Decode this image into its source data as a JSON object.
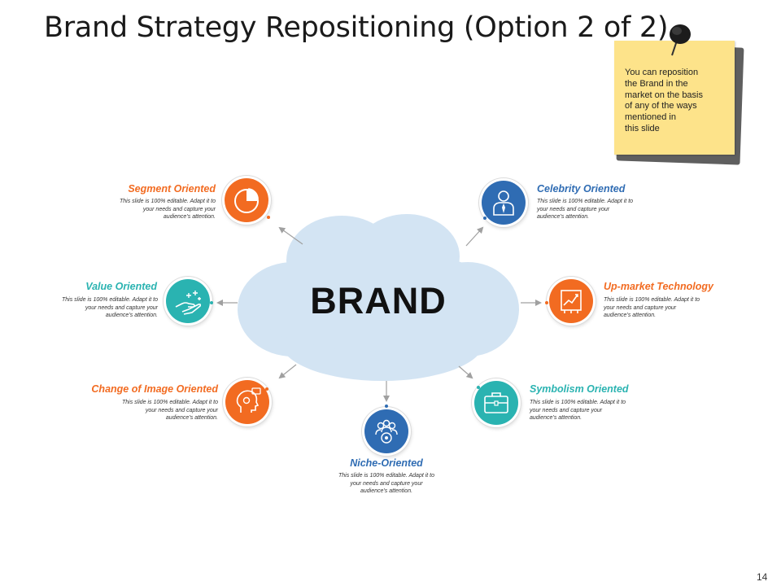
{
  "title": "Brand Strategy Repositioning (Option 2 of 2)",
  "sticky_note": {
    "text": "You can reposition\nthe Brand in the\nmarket on the basis\nof any of the ways\nmentioned in\nthis slide"
  },
  "center": {
    "label": "BRAND"
  },
  "colors": {
    "orange": "#f26b21",
    "blue": "#2f6cb3",
    "teal": "#2ab3b1",
    "cloud": "#d3e4f3"
  },
  "items": {
    "segment": {
      "label": "Segment Oriented",
      "desc": "This slide is 100% editable. Adapt it to\nyour needs and capture your\naudience’s attention.",
      "icon": "pie-chart-icon"
    },
    "celebrity": {
      "label": "Celebrity Oriented",
      "desc": "This slide is 100% editable. Adapt it to\nyour needs and capture your\naudience’s attention.",
      "icon": "businessman-icon"
    },
    "value": {
      "label": "Value Oriented",
      "desc": "This slide is 100% editable. Adapt it to\nyour needs and capture your\naudience’s attention.",
      "icon": "hand-stars-icon"
    },
    "upmarket": {
      "label": "Up-market Technology",
      "desc": "This slide is 100% editable. Adapt it to\nyour needs and capture your\naudience’s attention.",
      "icon": "growth-chart-icon"
    },
    "change": {
      "label": "Change of Image Oriented",
      "desc": "This slide is 100% editable. Adapt it to\nyour needs and capture your\naudience’s attention.",
      "icon": "head-gears-icon"
    },
    "symbolism": {
      "label": "Symbolism Oriented",
      "desc": "This slide is 100% editable. Adapt it to\nyour needs and capture your\naudience’s attention.",
      "icon": "briefcase-icon"
    },
    "niche": {
      "label": "Niche-Oriented",
      "desc": "This slide is 100% editable. Adapt it to\nyour needs and capture your\naudience’s attention.",
      "icon": "target-group-icon"
    }
  },
  "page_number": "14"
}
